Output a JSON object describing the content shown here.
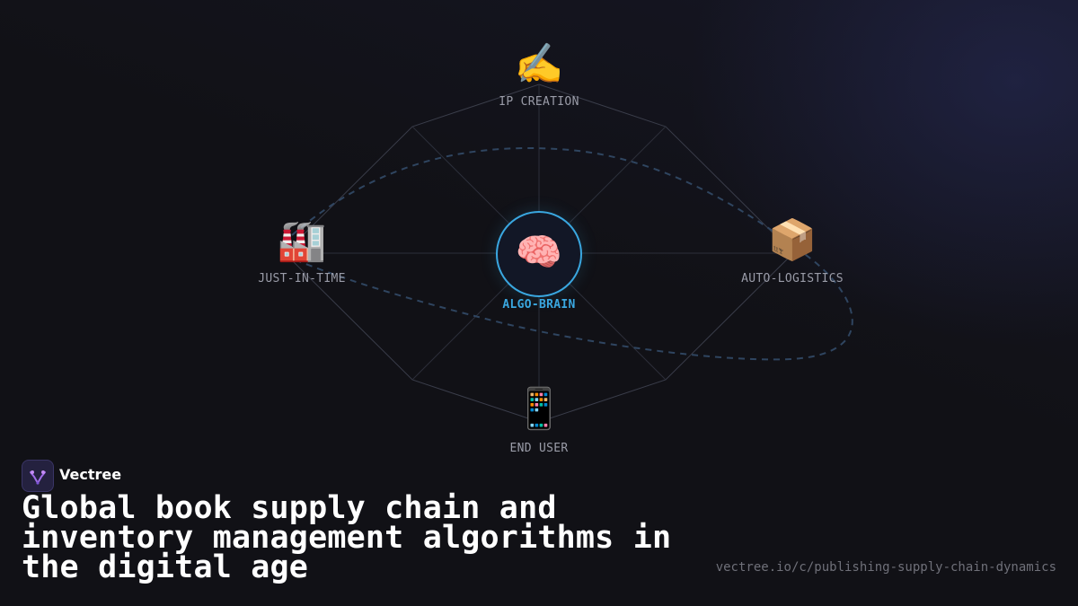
{
  "brand": {
    "name": "Vectree",
    "icon": "vectree-logo-icon",
    "accent": "#3aa7e0"
  },
  "diagram": {
    "center": {
      "label": "ALGO-BRAIN",
      "icon": "🧠"
    },
    "nodes": {
      "top": {
        "label": "IP CREATION",
        "icon": "✍️"
      },
      "left": {
        "label": "JUST-IN-TIME",
        "icon": "🏭"
      },
      "right": {
        "label": "AUTO-LOGISTICS",
        "icon": "📦"
      },
      "bottom": {
        "label": "END USER",
        "icon": "📱"
      }
    }
  },
  "headline": "Global book supply chain and inventory management algorithms in the digital age",
  "url": "vectree.io/c/publishing-supply-chain-dynamics"
}
